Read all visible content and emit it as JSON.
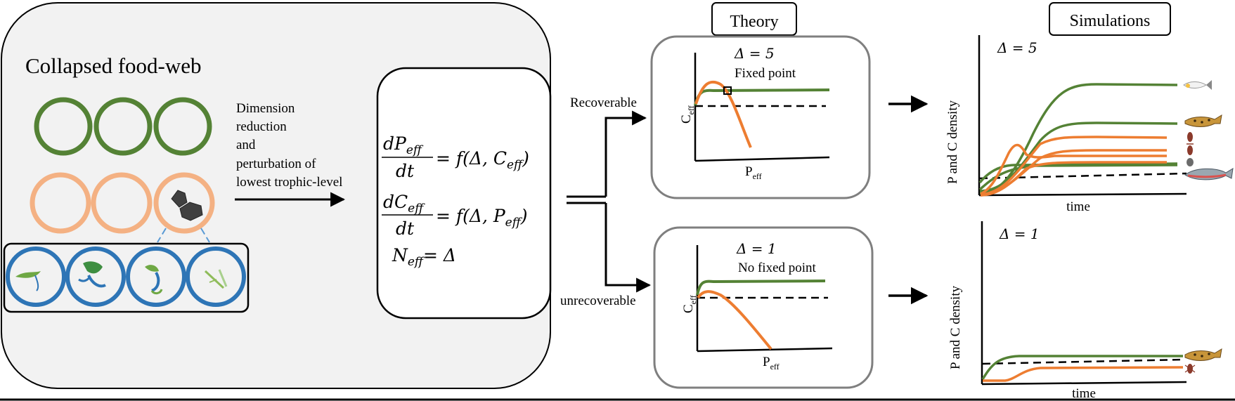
{
  "left_panel": {
    "title": "Collapsed food-web",
    "arrow_label_lines": [
      "Dimension",
      "reduction",
      "and",
      "perturbation of",
      "lowest trophic-level"
    ]
  },
  "equations": {
    "eq1_num": "dP",
    "eq1_num_sub": "eff",
    "eq1_den": "dt",
    "eq1_rhs": "= f(Δ, C",
    "eq1_rhs_sub": "eff",
    "eq1_close": ")",
    "eq2_num": "dC",
    "eq2_num_sub": "eff",
    "eq2_den": "dt",
    "eq2_rhs": "= f(Δ, P",
    "eq2_rhs_sub": "eff",
    "eq2_close": ")",
    "eq3_lhs": "N",
    "eq3_lhs_sub": "eff",
    "eq3_rhs": "= Δ"
  },
  "branches": {
    "top": "Recoverable",
    "bottom": "unrecoverable"
  },
  "headers": {
    "theory": "Theory",
    "simulations": "Simulations"
  },
  "theory_top": {
    "delta": "Δ = 5",
    "note": "Fixed point",
    "ylabel": "C",
    "ylabel_sub": "eff",
    "xlabel": "P",
    "xlabel_sub": "eff"
  },
  "theory_bottom": {
    "delta": "Δ = 1",
    "note": "No fixed point",
    "ylabel": "C",
    "ylabel_sub": "eff",
    "xlabel": "P",
    "xlabel_sub": "eff"
  },
  "sim_top": {
    "delta": "Δ = 5",
    "ylabel": "P and C density",
    "xlabel": "time"
  },
  "sim_bottom": {
    "delta": "Δ = 1",
    "ylabel": "P and C density",
    "xlabel": "time"
  },
  "colors": {
    "green": "#548235",
    "orange": "#ED7D31",
    "light_orange": "#F4B183",
    "blue": "#2E75B6",
    "panel_bg": "#F2F2F2",
    "frame_gray": "#7F7F7F"
  },
  "icons": [
    "pebble-icon",
    "plant-icon",
    "fish-icon",
    "catfish-icon",
    "crayfish-icon",
    "trout-icon",
    "insect-icon"
  ]
}
